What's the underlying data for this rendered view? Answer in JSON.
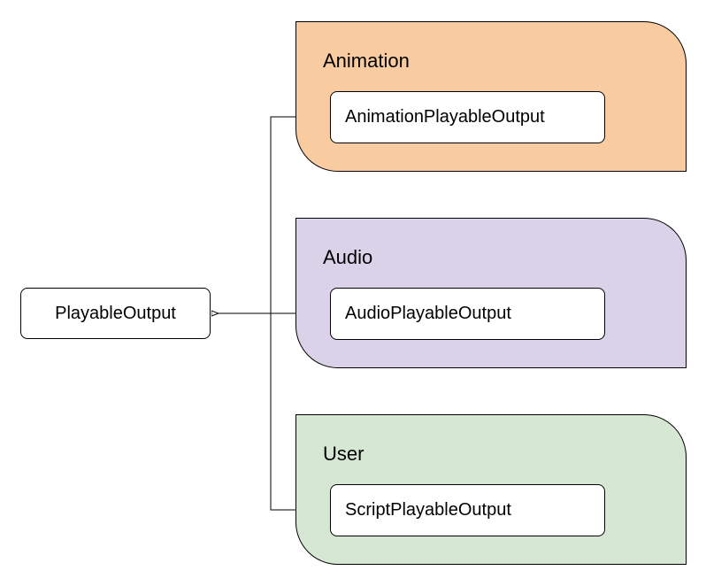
{
  "colors": {
    "animation_fill": "#f8cba0",
    "audio_fill": "#dad2e8",
    "user_fill": "#d6e8d4",
    "stroke": "#000000",
    "node_fill": "#ffffff"
  },
  "root": {
    "label": "PlayableOutput"
  },
  "groups": [
    {
      "title": "Animation",
      "node_label": "AnimationPlayableOutput"
    },
    {
      "title": "Audio",
      "node_label": "AudioPlayableOutput"
    },
    {
      "title": "User",
      "node_label": "ScriptPlayableOutput"
    }
  ]
}
